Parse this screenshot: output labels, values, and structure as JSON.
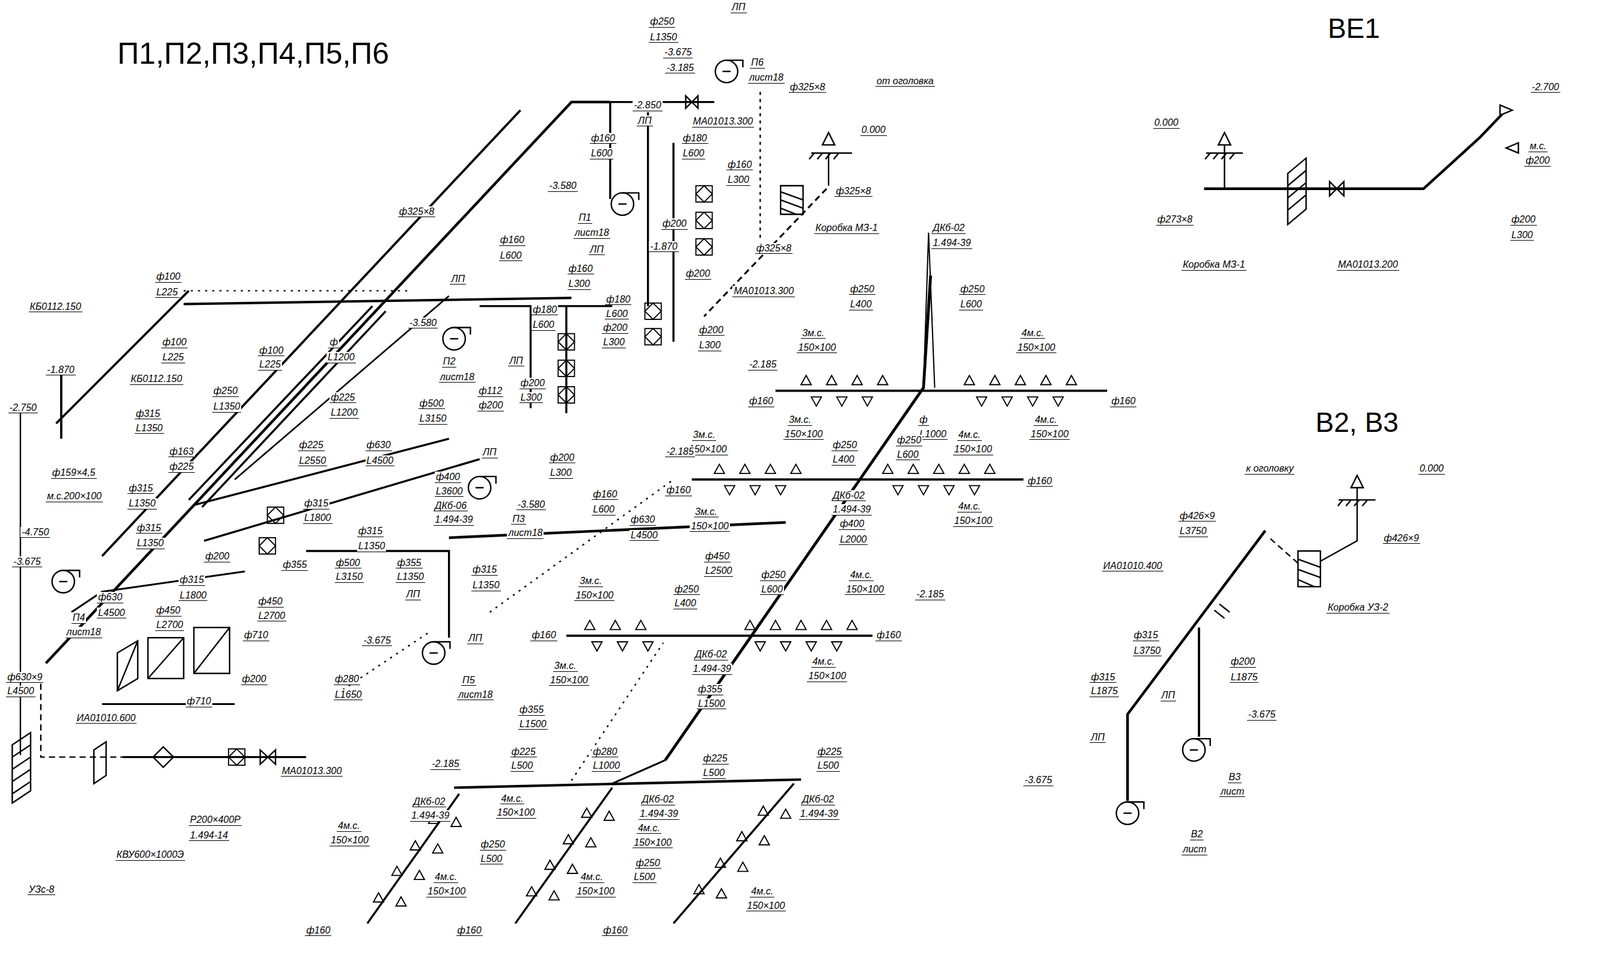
{
  "diagram": {
    "title": "П1,П2,П3,П4,П5,П6",
    "labels": [
      "ВЕ1",
      "В2, В3",
      "ф250",
      "L1350",
      "ЛП",
      "П6",
      "лист18",
      "-3.675",
      "-3.185",
      "ф325×8",
      "от оголовка",
      "0.000",
      "-2.850",
      "ЛП",
      "МА01013.300",
      "ф160",
      "L600",
      "ф180",
      "L600",
      "ф160",
      "L300",
      "ф325×8",
      "Коробка МЗ-1",
      "-3.580",
      "П1",
      "лист18",
      "ЛП",
      "ф200",
      "-1.870",
      "ф200",
      "ф325×8",
      "МА01013.300",
      "ДКб-02",
      "1.494-39",
      "ф325×8",
      "ф160",
      "L600",
      "ф160",
      "L300",
      "ЛП",
      "ф180",
      "L600",
      "ф200",
      "L300",
      "ф200",
      "L300",
      "ф100",
      "L225",
      "КБ0112.150",
      "ф100",
      "L225",
      "ф100",
      "L225",
      "-3.580",
      "ф",
      "L1200",
      "ф180",
      "L600",
      "П2",
      "лист18",
      "ЛП",
      "-1.870",
      "КБ0112.150",
      "ф250",
      "L1350",
      "ф225",
      "L1200",
      "ф500",
      "L3150",
      "ф112",
      "ф200",
      "ф200",
      "L300",
      "-2.750",
      "ф315",
      "L1350",
      "ф159×4,5",
      "ф163",
      "ф225",
      "ф225",
      "L2550",
      "ф630",
      "L4500",
      "ф400",
      "L3600",
      "ДКб-06",
      "1.494-39",
      "ЛП",
      "ф200",
      "L300",
      "-3.580",
      "П3",
      "лист18",
      "ф160",
      "L600",
      "м.с.200×100",
      "ф315",
      "L1350",
      "ф315",
      "L1800",
      "-4.750",
      "ф315",
      "L1350",
      "ф315",
      "L1350",
      "ф630",
      "L4500",
      "ф200",
      "ф355",
      "-3.675",
      "ф315",
      "L1800",
      "ф500",
      "L3150",
      "ф355",
      "L1350",
      "ЛП",
      "ф315",
      "L1350",
      "П4",
      "лист18",
      "ф630",
      "L4500",
      "ф450",
      "L2700",
      "ф450",
      "L2700",
      "ф710",
      "ф200",
      "ф710",
      "-3.675",
      "ЛП",
      "П5",
      "лист18",
      "ф280",
      "L1650",
      "ф630×9",
      "L4500",
      "ИА01010.600",
      "МА01013.300",
      "Р200×400Р",
      "1.494-14",
      "КВУ600×1000Э",
      "УЗс-8",
      "ф250",
      "L400",
      "ф250",
      "L600",
      "3м.с.",
      "150×100",
      "4м.с.",
      "150×100",
      "-2.185",
      "ф160",
      "ф160",
      "3м.с.",
      "150×100",
      "ф",
      "L1000",
      "4м.с.",
      "150×100",
      "3м.с.",
      "150×100",
      "ф250",
      "L400",
      "ф250",
      "L600",
      "4м.с.",
      "150×100",
      "-2.185",
      "ф160",
      "ф160",
      "ДКб-02",
      "1.494-39",
      "3м.с.",
      "150×100",
      "4м.с.",
      "150×100",
      "ф400",
      "L2000",
      "ф450",
      "L2500",
      "3м.с.",
      "150×100",
      "ф250",
      "L400",
      "ф250",
      "L600",
      "4м.с.",
      "150×100",
      "-2.185",
      "ф160",
      "ф160",
      "3м.с.",
      "150×100",
      "ДКб-02",
      "1.494-39",
      "4м.с.",
      "150×100",
      "ф355",
      "L1500",
      "ф355",
      "L1500",
      "ф225",
      "L500",
      "ф280",
      "L1000",
      "ф225",
      "L500",
      "ф225",
      "L500",
      "-2.185",
      "ДКб-02",
      "1.494-39",
      "4м.с.",
      "150×100",
      "ДКб-02",
      "1.494-39",
      "4м.с.",
      "150×100",
      "ДКб-02",
      "1.494-39",
      "4м.с.",
      "150×100",
      "ф250",
      "L500",
      "ф250",
      "L500",
      "4м.с.",
      "150×100",
      "4м.с.",
      "150×100",
      "4м.с.",
      "150×100",
      "ф160",
      "ф160",
      "ф160",
      "-2.700",
      "0.000",
      "м.с.",
      "ф200",
      "ф273×8",
      "Коробка МЗ-1",
      "МА01013.200",
      "ф200",
      "L300",
      "к оголовку",
      "0.000",
      "ф426×9",
      "L3750",
      "ф426×9",
      "ИА01010.400",
      "Коробка УЗ-2",
      "ф315",
      "L3750",
      "ф315",
      "L1875",
      "ф200",
      "L1875",
      "ЛП",
      "-3.675",
      "ЛП",
      "В3",
      "лист",
      "-3.675",
      "В2",
      "лист"
    ]
  }
}
